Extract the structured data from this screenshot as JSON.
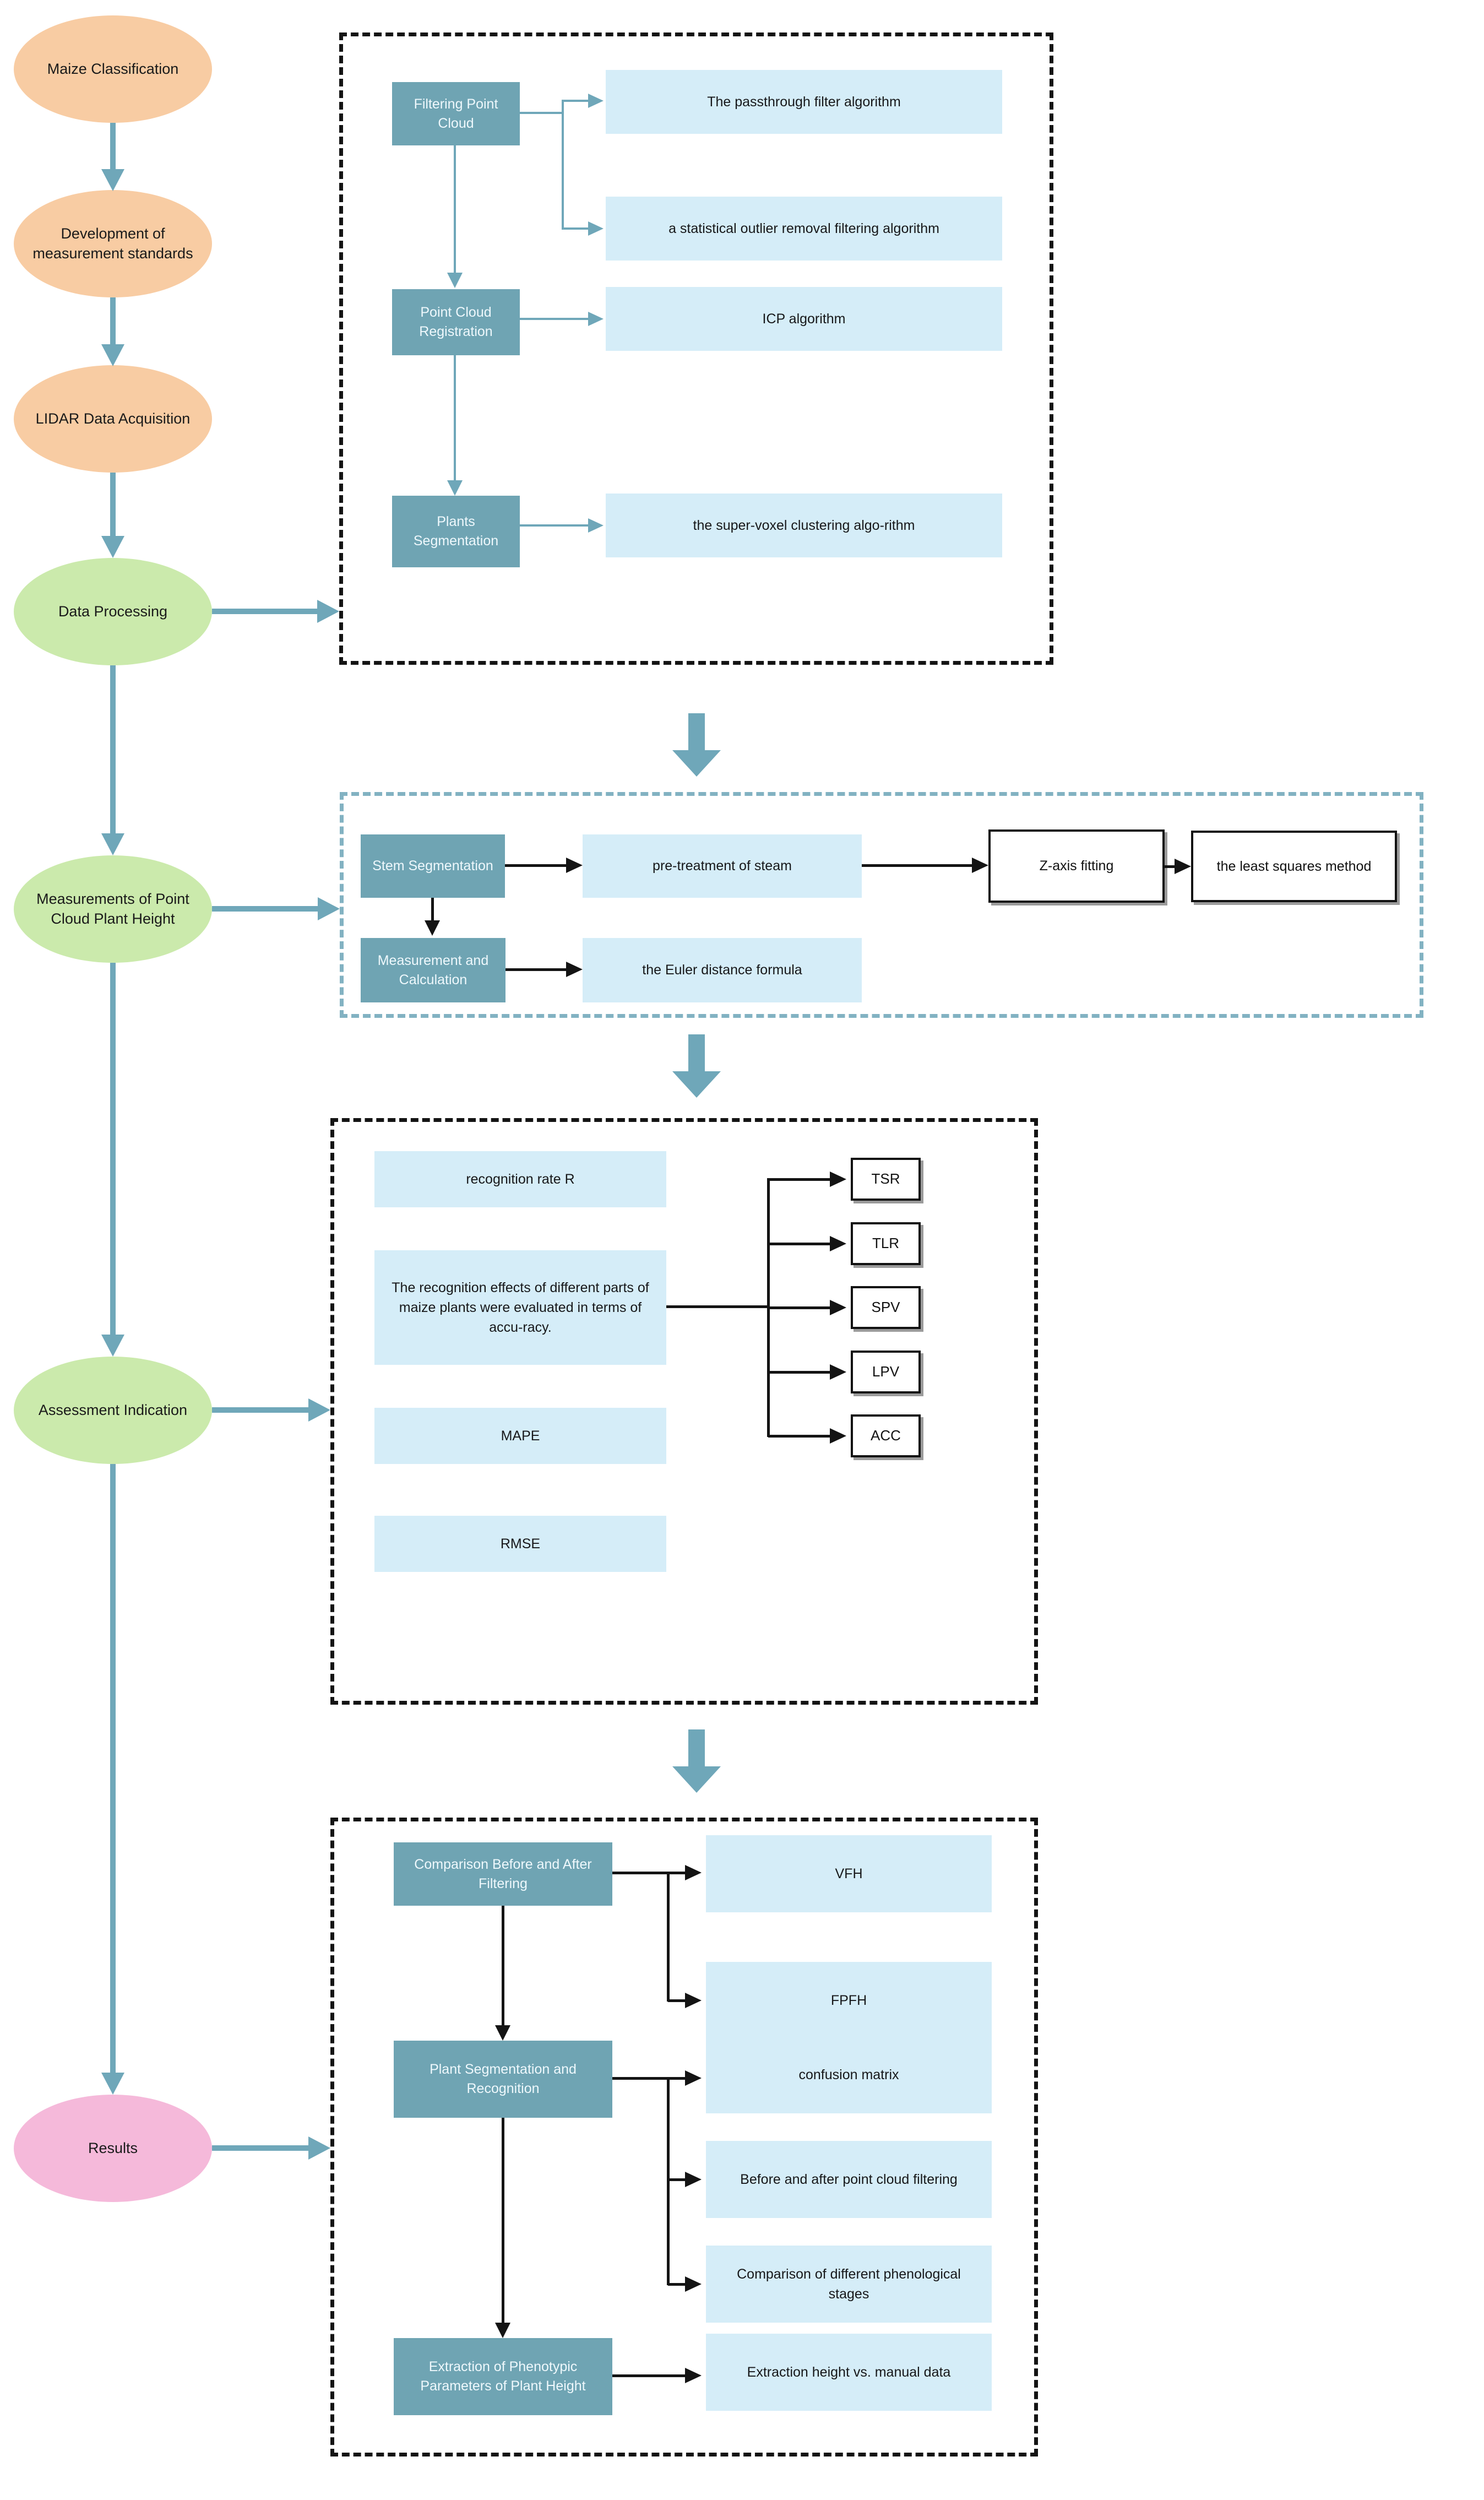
{
  "colors": {
    "orange": "#F8CCA3",
    "green": "#CBEAAC",
    "pink": "#F5B9DA",
    "tealbox": "#6FA4B3",
    "light": "#D5EDF8",
    "arrow": "#6FA7B9",
    "tealdash": "#82B2C2",
    "black": "#141414"
  },
  "flow": {
    "nodes": [
      {
        "label": "Maize Classification"
      },
      {
        "label": "Development of measurement standards"
      },
      {
        "label": "LIDAR Data Acquisition"
      },
      {
        "label": "Data Processing"
      },
      {
        "label": "Measurements of Point Cloud Plant Height"
      },
      {
        "label": "Assessment Indication"
      },
      {
        "label": "Results"
      }
    ]
  },
  "sec1": {
    "filtering": "Filtering Point Cloud",
    "passthrough": "The passthrough filter algorithm",
    "statistical": "a statistical outlier removal filtering algorithm",
    "registration": "Point Cloud Registration",
    "icp": "ICP algorithm",
    "segmentation": "Plants Segmentation",
    "supervoxel": "the super-voxel clustering algo-rithm"
  },
  "sec2": {
    "stem": "Stem Segmentation",
    "pretreatment": "pre-treatment of steam",
    "zaxis": "Z-axis fitting",
    "least_squares": "the least squares method",
    "measurement": "Measurement and Calculation",
    "euler": "the Euler distance formula"
  },
  "sec3": {
    "recognition_rate": "recognition rate R",
    "recognition_effects": "The recognition effects of different parts of maize plants were evaluated in terms of accu-racy.",
    "mape": "MAPE",
    "rmse": "RMSE",
    "metrics": [
      "TSR",
      "TLR",
      "SPV",
      "LPV",
      "ACC"
    ]
  },
  "sec4": {
    "comparison": "Comparison Before and After Filtering",
    "vfh": "VFH",
    "fpfh": "FPFH",
    "plant_seg": "Plant Segmentation and Recognition",
    "confusion": "confusion matrix",
    "before_after": "Before and after point cloud filtering",
    "phenological": "Comparison of different phenological stages",
    "extraction": "Extraction of Phenotypic Parameters of Plant Height",
    "extraction_vs": "Extraction height vs. manual data"
  }
}
